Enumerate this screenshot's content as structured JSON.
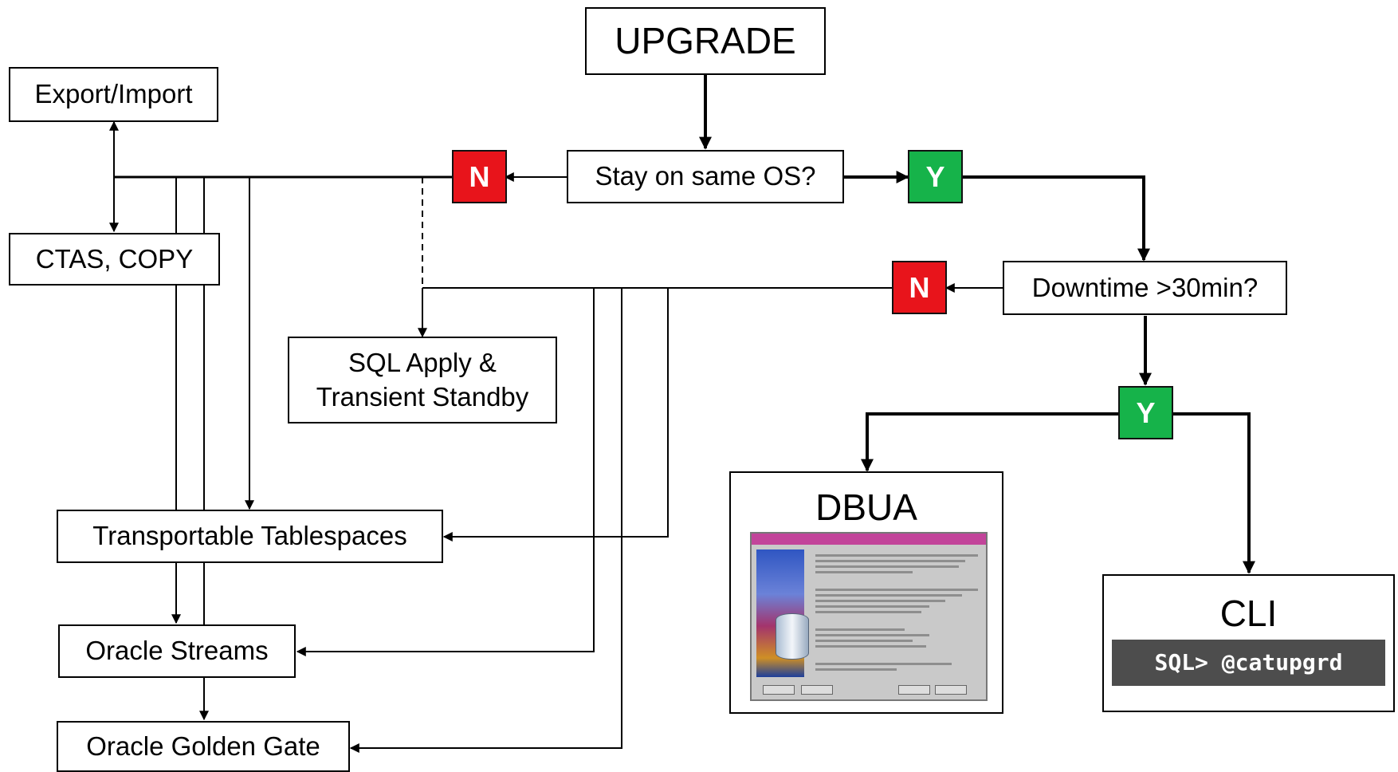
{
  "diagram": {
    "nodes": {
      "upgrade": "UPGRADE",
      "same_os_question": "Stay on same OS?",
      "downtime_question": "Downtime >30min?",
      "export_import": "Export/Import",
      "ctas_copy": "CTAS, COPY",
      "sql_apply": "SQL Apply & Transient Standby",
      "transportable_tablespaces": "Transportable Tablespaces",
      "oracle_streams": "Oracle Streams",
      "oracle_golden_gate": "Oracle Golden Gate",
      "dbua": "DBUA",
      "cli": "CLI",
      "cli_command": "SQL> @catupgrd"
    },
    "badges": {
      "no": "N",
      "yes": "Y"
    },
    "colors": {
      "no": "#e8141b",
      "yes": "#16b34a",
      "cli_bar": "#4d4d4d"
    },
    "dbua_screenshot_icon": "dbua-wizard-window-icon"
  }
}
